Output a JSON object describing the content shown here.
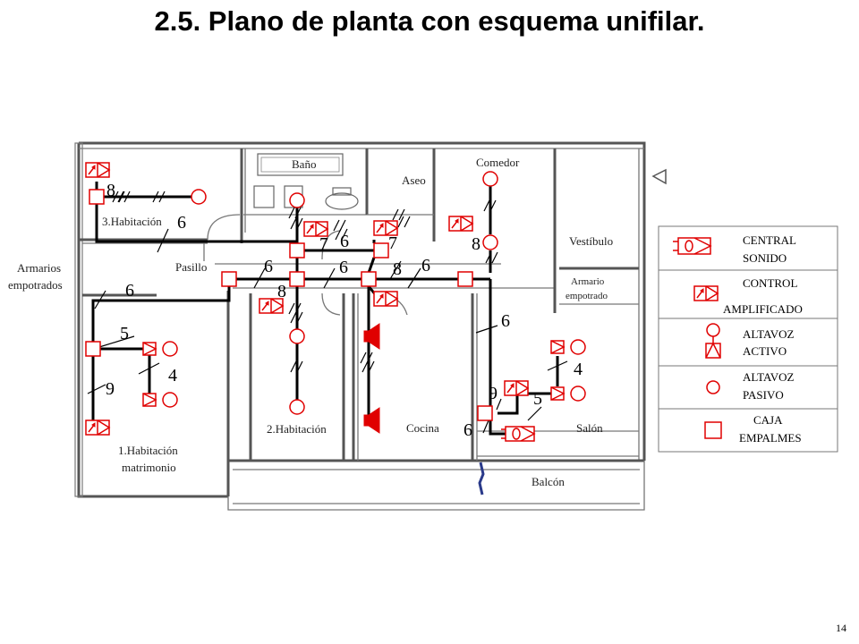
{
  "title": "2.5.  Plano de planta con esquema unifilar.",
  "page_number": "14",
  "rooms": {
    "bano": "Baño",
    "aseo": "Aseo",
    "comedor": "Comedor",
    "habitacion3": "3.Habitación",
    "pasillo": "Pasillo",
    "armarios_l1": "Armarios",
    "armarios_l2": "empotrados",
    "vestibulo": "Vestíbulo",
    "armario_l1": "Armario",
    "armario_l2": "empotrado",
    "habitacion2": "2.Habitación",
    "cocina": "Cocina",
    "salon": "Salón",
    "habitacion1_l1": "1.Habitación",
    "habitacion1_l2": "matrimonio",
    "balcon": "Balcón"
  },
  "wire_counts": {
    "n8_hab3": "8",
    "n6_hab3": "6",
    "n7_bano": "7",
    "n6_bano": "6",
    "n7_aseo": "7",
    "n8_comedor": "8",
    "n6_pasillo_a": "6",
    "n6_pasillo_b": "6",
    "n8_pasillo": "8",
    "n6_pasillo_c": "6",
    "n8_hab2": "8",
    "n6_left": "6",
    "n5_hab1": "5",
    "n4_hab1": "4",
    "n9_hab1": "9",
    "n6_salon": "6",
    "n4_salon": "4",
    "n9_salon": "9",
    "n5_salon": "5",
    "n6_salon_b": "6"
  },
  "legend": {
    "central_l1": "CENTRAL",
    "central_l2": "SONIDO",
    "control_l1": "CONTROL",
    "control_l2": "AMPLIFICADO",
    "activo_l1": "ALTAVOZ",
    "activo_l2": "ACTIVO",
    "pasivo_l1": "ALTAVOZ",
    "pasivo_l2": "PASIVO",
    "caja_l1": "CAJA",
    "caja_l2": "EMPALMES"
  },
  "colors": {
    "symbol": "#e00000",
    "wire": "#000000",
    "wall": "#555555"
  }
}
